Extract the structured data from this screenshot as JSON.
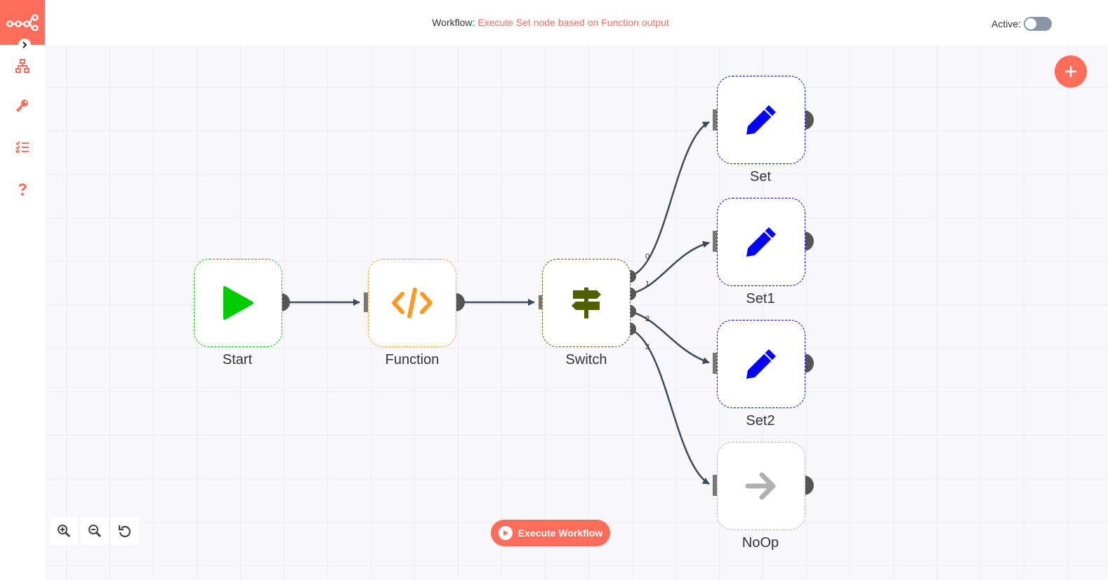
{
  "header": {
    "workflow_prefix": "Workflow:",
    "workflow_name": "Execute Set node based on Function output",
    "active_label": "Active:",
    "active": false
  },
  "sidebar": {
    "items": [
      {
        "icon": "network-icon"
      },
      {
        "icon": "key-icon"
      },
      {
        "icon": "tasks-icon"
      },
      {
        "icon": "question-icon"
      }
    ]
  },
  "nodes": [
    {
      "label": "Start",
      "icon": "play-icon",
      "color": "#00cc00"
    },
    {
      "label": "Function",
      "icon": "code-icon",
      "color": "#ff9922"
    },
    {
      "label": "Switch",
      "icon": "signpost-icon",
      "color": "#506000"
    },
    {
      "label": "Set",
      "icon": "pen-icon",
      "color": "#0000ff"
    },
    {
      "label": "Set1",
      "icon": "pen-icon",
      "color": "#0000ff"
    },
    {
      "label": "Set2",
      "icon": "pen-icon",
      "color": "#0000ff"
    },
    {
      "label": "NoOp",
      "icon": "arrow-right-icon",
      "color": "#b1b1b1"
    }
  ],
  "switch_outputs": [
    "0",
    "1",
    "2",
    "3"
  ],
  "controls": {
    "execute_label": "Execute Workflow"
  },
  "colors": {
    "accent": "#ff6d5a",
    "connection": "#3d4a5c"
  }
}
